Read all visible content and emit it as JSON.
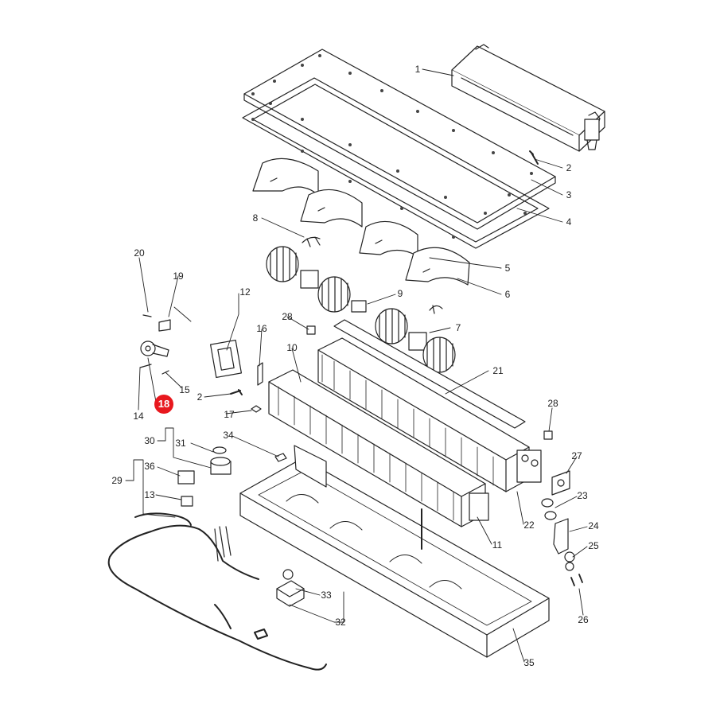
{
  "diagram": {
    "highlight_color": "#e8181e",
    "highlighted_callout": "18",
    "callouts": {
      "c1": "1",
      "c2a": "2",
      "c2b": "2",
      "c3": "3",
      "c4": "4",
      "c5": "5",
      "c6": "6",
      "c7": "7",
      "c8": "8",
      "c9": "9",
      "c10": "10",
      "c11": "11",
      "c12": "12",
      "c13": "13",
      "c14": "14",
      "c15": "15",
      "c16": "16",
      "c17": "17",
      "c19": "19",
      "c20": "20",
      "c21": "21",
      "c22": "22",
      "c23": "23",
      "c24": "24",
      "c25": "25",
      "c26": "26",
      "c27": "27",
      "c28a": "28",
      "c28b": "28",
      "c29": "29",
      "c30": "30",
      "c31": "31",
      "c32": "32",
      "c33": "33",
      "c34": "34",
      "c35": "35",
      "c36": "36"
    }
  }
}
